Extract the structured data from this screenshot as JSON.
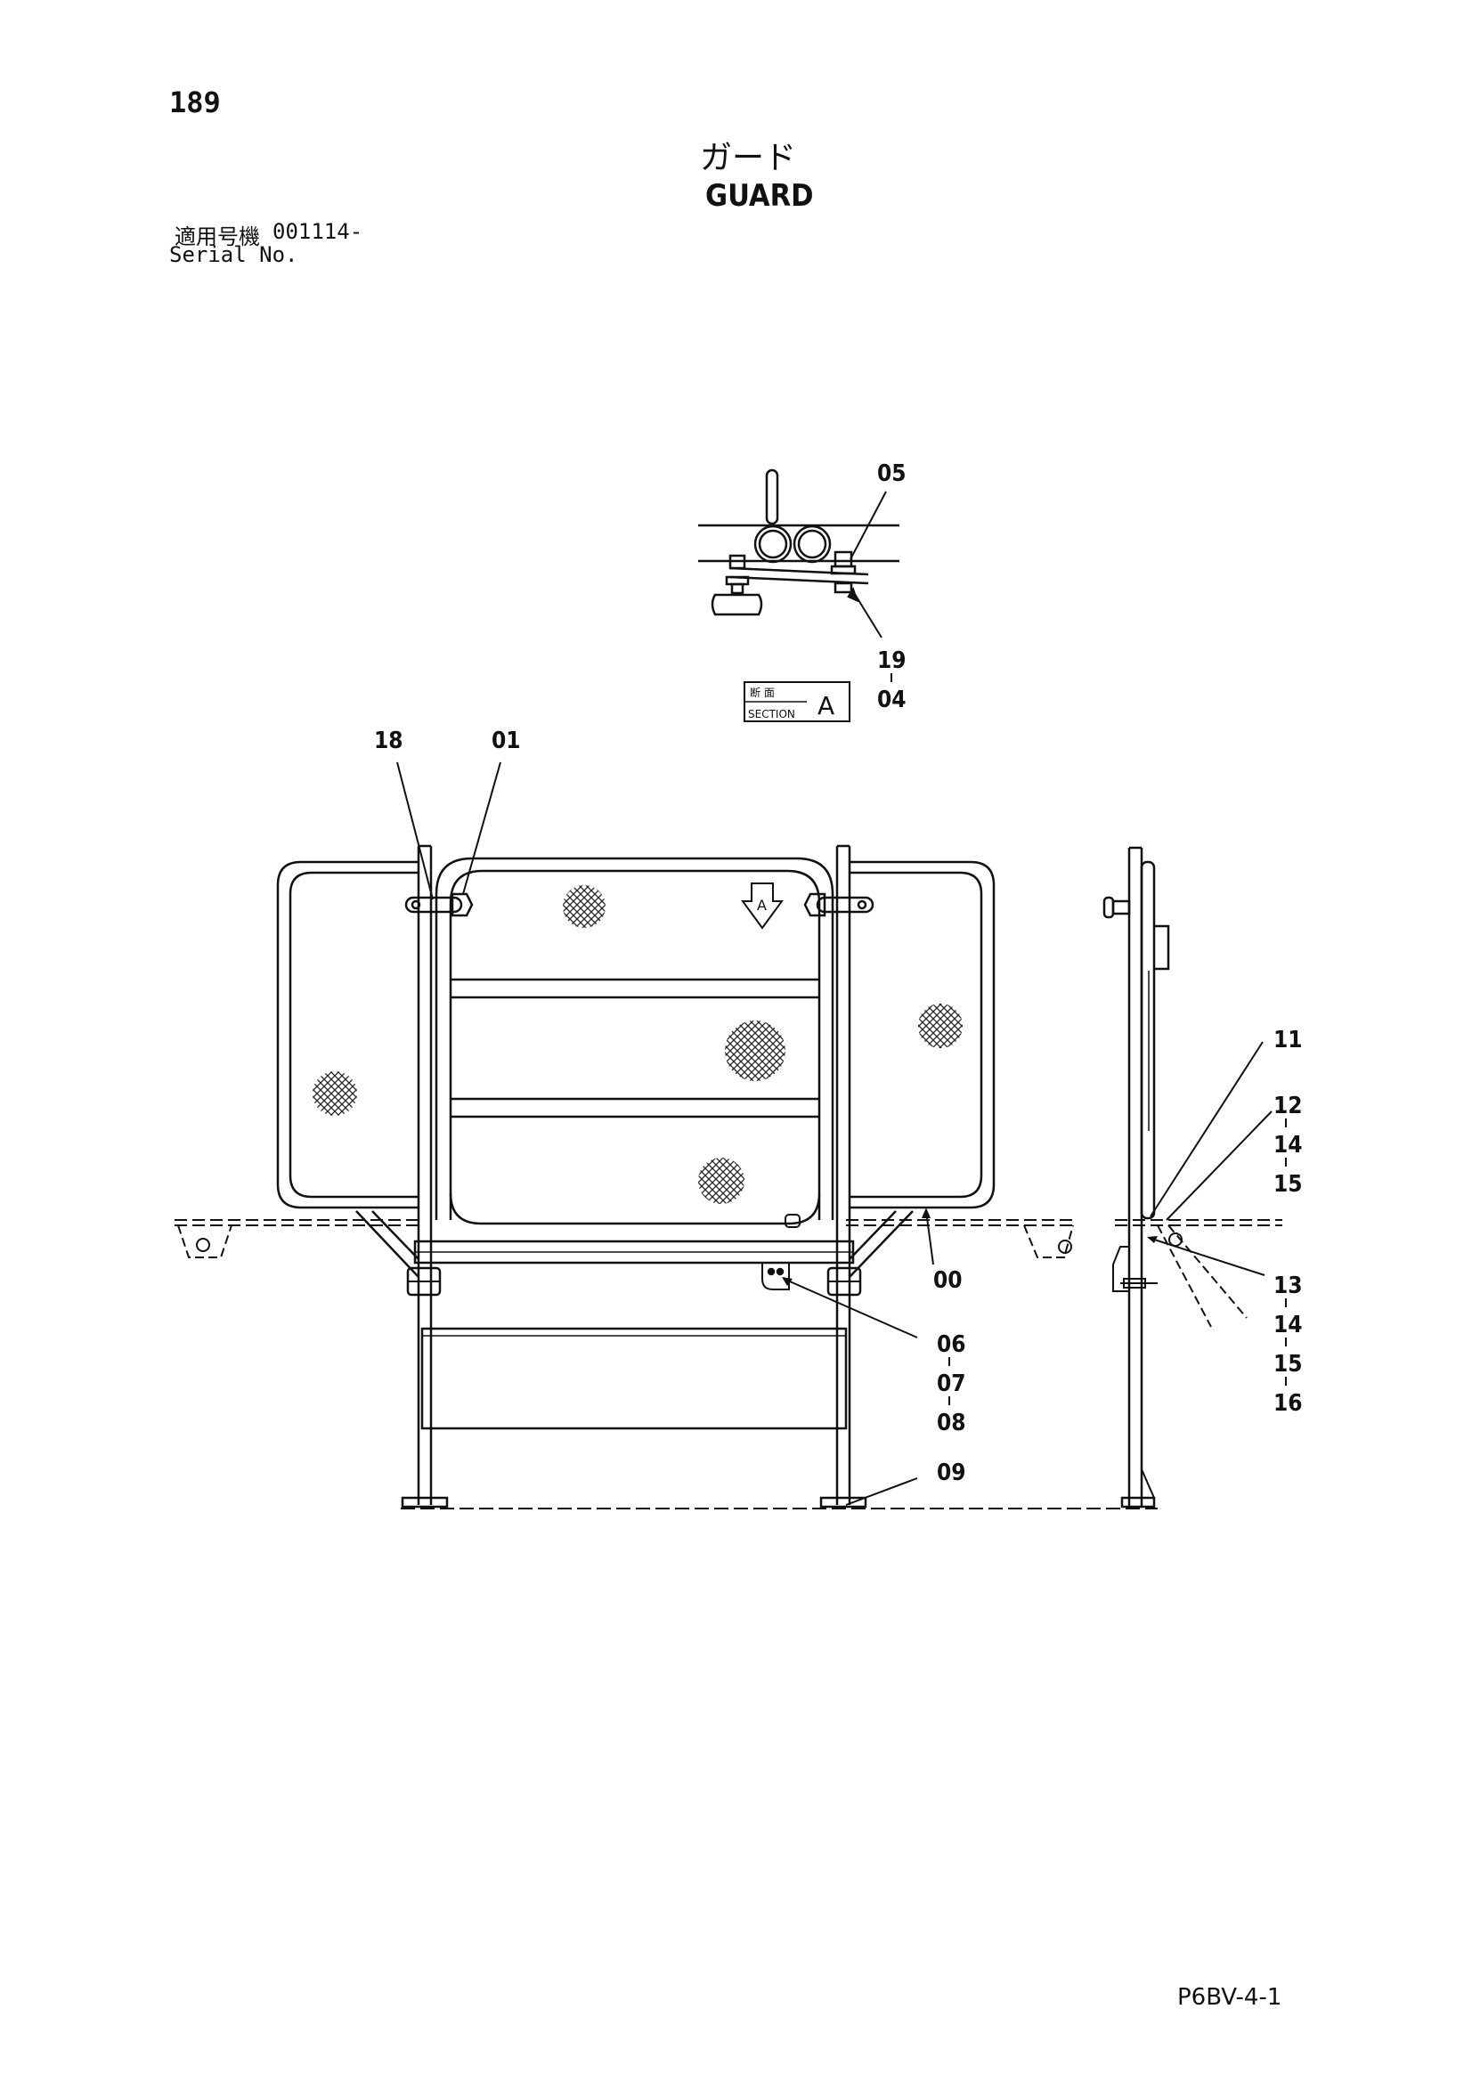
{
  "page": {
    "number": "189",
    "doc_code": "P6BV-4-1"
  },
  "title": {
    "jp": "ガード",
    "en": "GUARD"
  },
  "serial": {
    "label_jp": "適用号機",
    "value": "001114-",
    "label_en": "Serial No."
  },
  "section": {
    "label_jp": "断 面",
    "label_en": "SECTION",
    "letter": "A"
  },
  "view_arrow_letter": "A",
  "callouts": {
    "c05": "05",
    "c19": "19",
    "c04": "04",
    "c18": "18",
    "c01": "01",
    "c11": "11",
    "c12": "12",
    "c14a": "14",
    "c15a": "15",
    "c00": "00",
    "c06": "06",
    "c07": "07",
    "c08": "08",
    "c13": "13",
    "c14b": "14",
    "c15b": "15",
    "c16": "16",
    "c09": "09"
  }
}
